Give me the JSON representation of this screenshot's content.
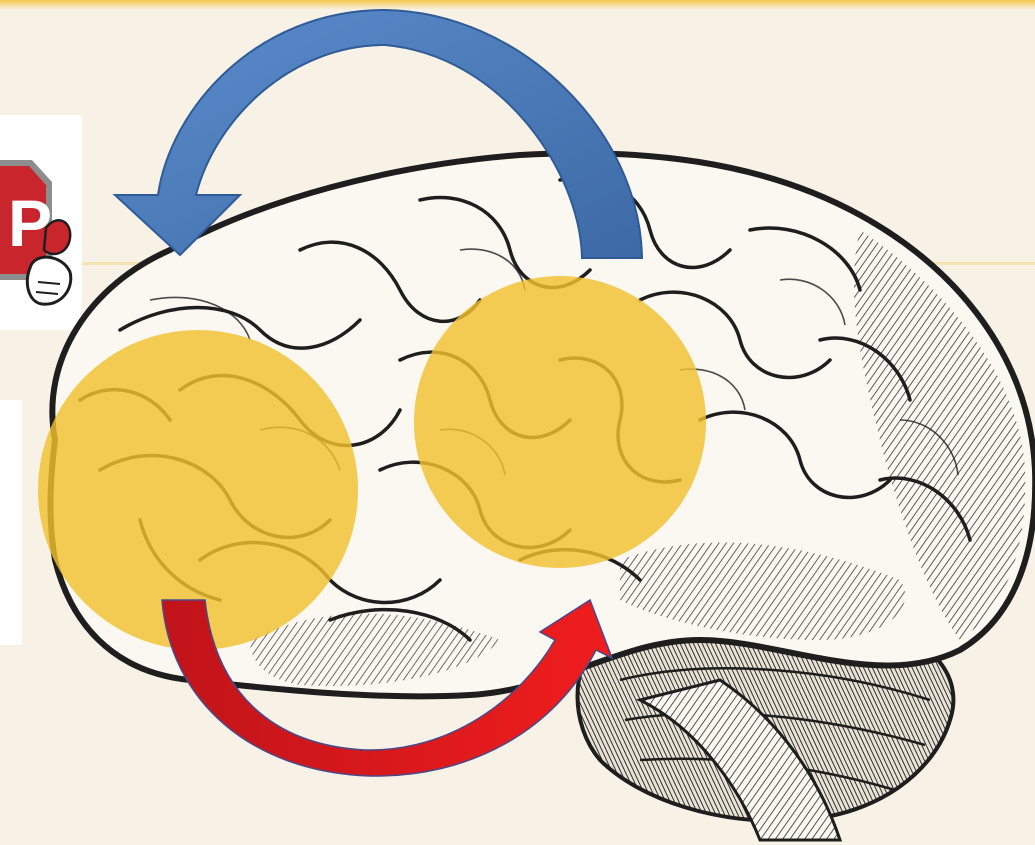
{
  "stop_sign": {
    "text": "P",
    "color": "#c9252c"
  },
  "regions": [
    {
      "name": "frontal-region",
      "color": "#f2c12e"
    },
    {
      "name": "parietal-region",
      "color": "#f2c12e"
    }
  ],
  "arrows": {
    "top_arrow_color": "#4a78b5",
    "bottom_arrow_color": "#d81f1f"
  },
  "colors": {
    "background": "#f8f2e6",
    "brain_outline": "#1e1e1e",
    "brain_fill": "#fbf8f1"
  }
}
